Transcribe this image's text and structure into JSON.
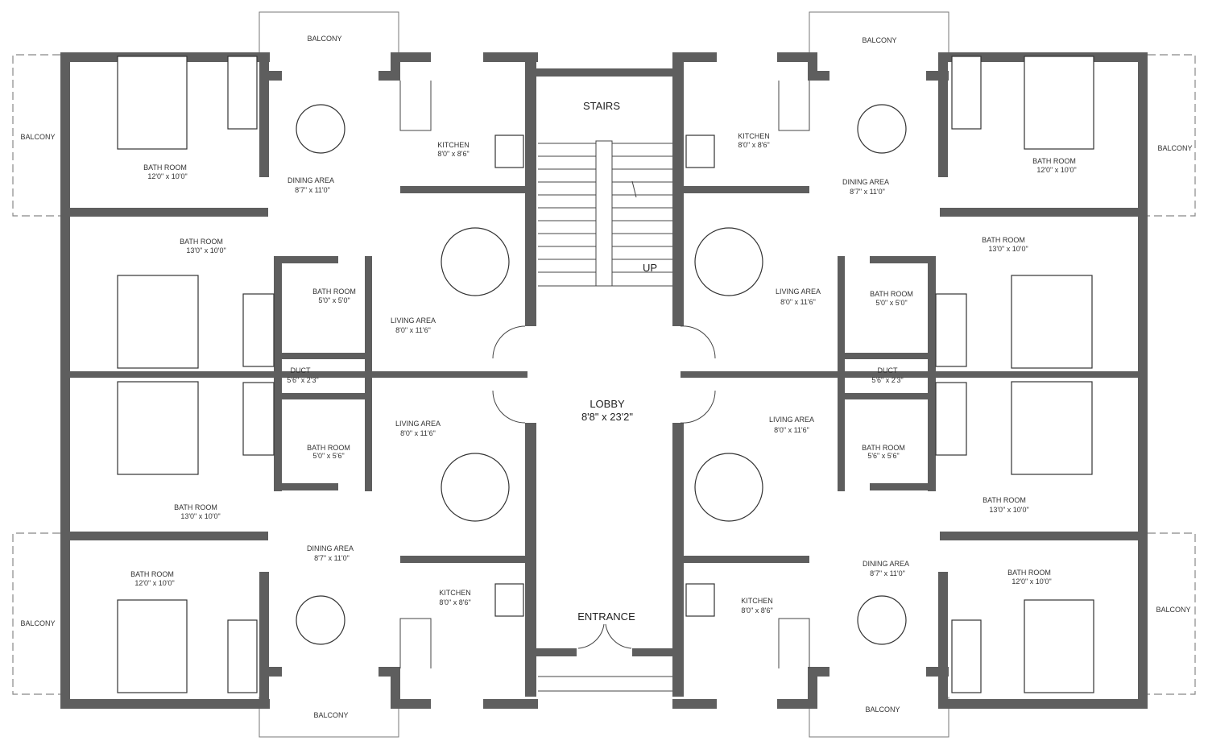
{
  "plan": {
    "core": {
      "stairs": "STAIRS",
      "up": "UP",
      "lobby": "LOBBY",
      "lobby_dim": "8'8\" x 23'2\"",
      "entrance": "ENTRANCE"
    },
    "rooms": {
      "balcony": "BALCONY",
      "bedroom": "BATH ROOM",
      "dining": "DINING AREA",
      "kitchen": "KITCHEN",
      "living": "LIVING AREA",
      "bath": "BATH ROOM",
      "duct": "DUCT"
    },
    "dims": {
      "bed_small": "12'0\" x 10'0\"",
      "bed_large": "13'0\" x 10'0\"",
      "dining": "8'7\" x 11'0\"",
      "kitchen": "8'0\" x 8'6\"",
      "living": "8'0\" x 11'6\"",
      "bath_a": "5'0\" x 5'0\"",
      "bath_b": "5'0\" x 5'6\"",
      "bath_c": "5'6\" x 5'6\"",
      "duct": "5'6\" x 2'3\""
    }
  }
}
